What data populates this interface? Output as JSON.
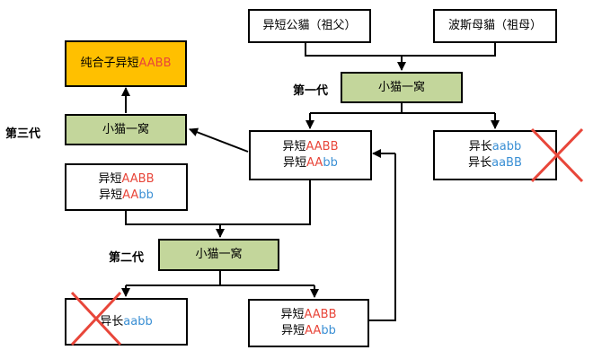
{
  "colors": {
    "red": "#e8463a",
    "blue": "#3a8fd4",
    "green_box": "#c3d69b",
    "orange_box": "#ffc000"
  },
  "labels": {
    "gen1": "第一代",
    "gen2": "第二代",
    "gen3": "第三代"
  },
  "nodes": {
    "grandfather": "异短公貓（祖父）",
    "grandmother": "波斯母貓（祖母）",
    "litter1": "小猫一窝",
    "litter2": "小猫一窝",
    "litter3": "小猫一窝",
    "pure": {
      "prefix": "纯合子异短",
      "gene": "AABB"
    },
    "gen1_short": {
      "line1": {
        "prefix": "异短",
        "g1": "AABB",
        "g2": ""
      },
      "line2": {
        "prefix": "异短",
        "g1": "AA",
        "g2": "bb"
      }
    },
    "gen1_long": {
      "line1": {
        "prefix": "异长",
        "g1": "",
        "g2": "aabb"
      },
      "line2": {
        "prefix": "异长",
        "g1": "aaBB",
        "g2": ""
      }
    },
    "left_short": {
      "line1": {
        "prefix": "异短",
        "g1": "AABB",
        "g2": ""
      },
      "line2": {
        "prefix": "异短",
        "g1": "AA",
        "g2": "bb"
      }
    },
    "gen2_long": {
      "prefix": "异长",
      "gene": "aabb"
    },
    "gen2_short": {
      "line1": {
        "prefix": "异短",
        "g1": "AABB",
        "g2": ""
      },
      "line2": {
        "prefix": "异短",
        "g1": "AA",
        "g2": "bb"
      }
    }
  },
  "icons": {
    "reject": "red-x-mark-icon",
    "arrow": "arrow-head-icon"
  }
}
